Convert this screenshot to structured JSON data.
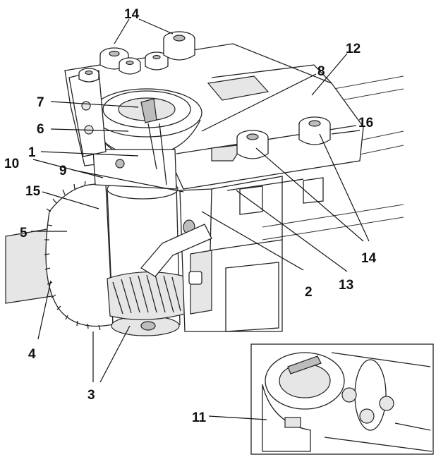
{
  "callouts": {
    "c1": "1",
    "c2": "2",
    "c3": "3",
    "c4": "4",
    "c5": "5",
    "c6": "6",
    "c7": "7",
    "c8": "8",
    "c9": "9",
    "c10": "10",
    "c11": "11",
    "c12": "12",
    "c13": "13",
    "c14a": "14",
    "c14b": "14",
    "c15": "15",
    "c16": "16"
  }
}
